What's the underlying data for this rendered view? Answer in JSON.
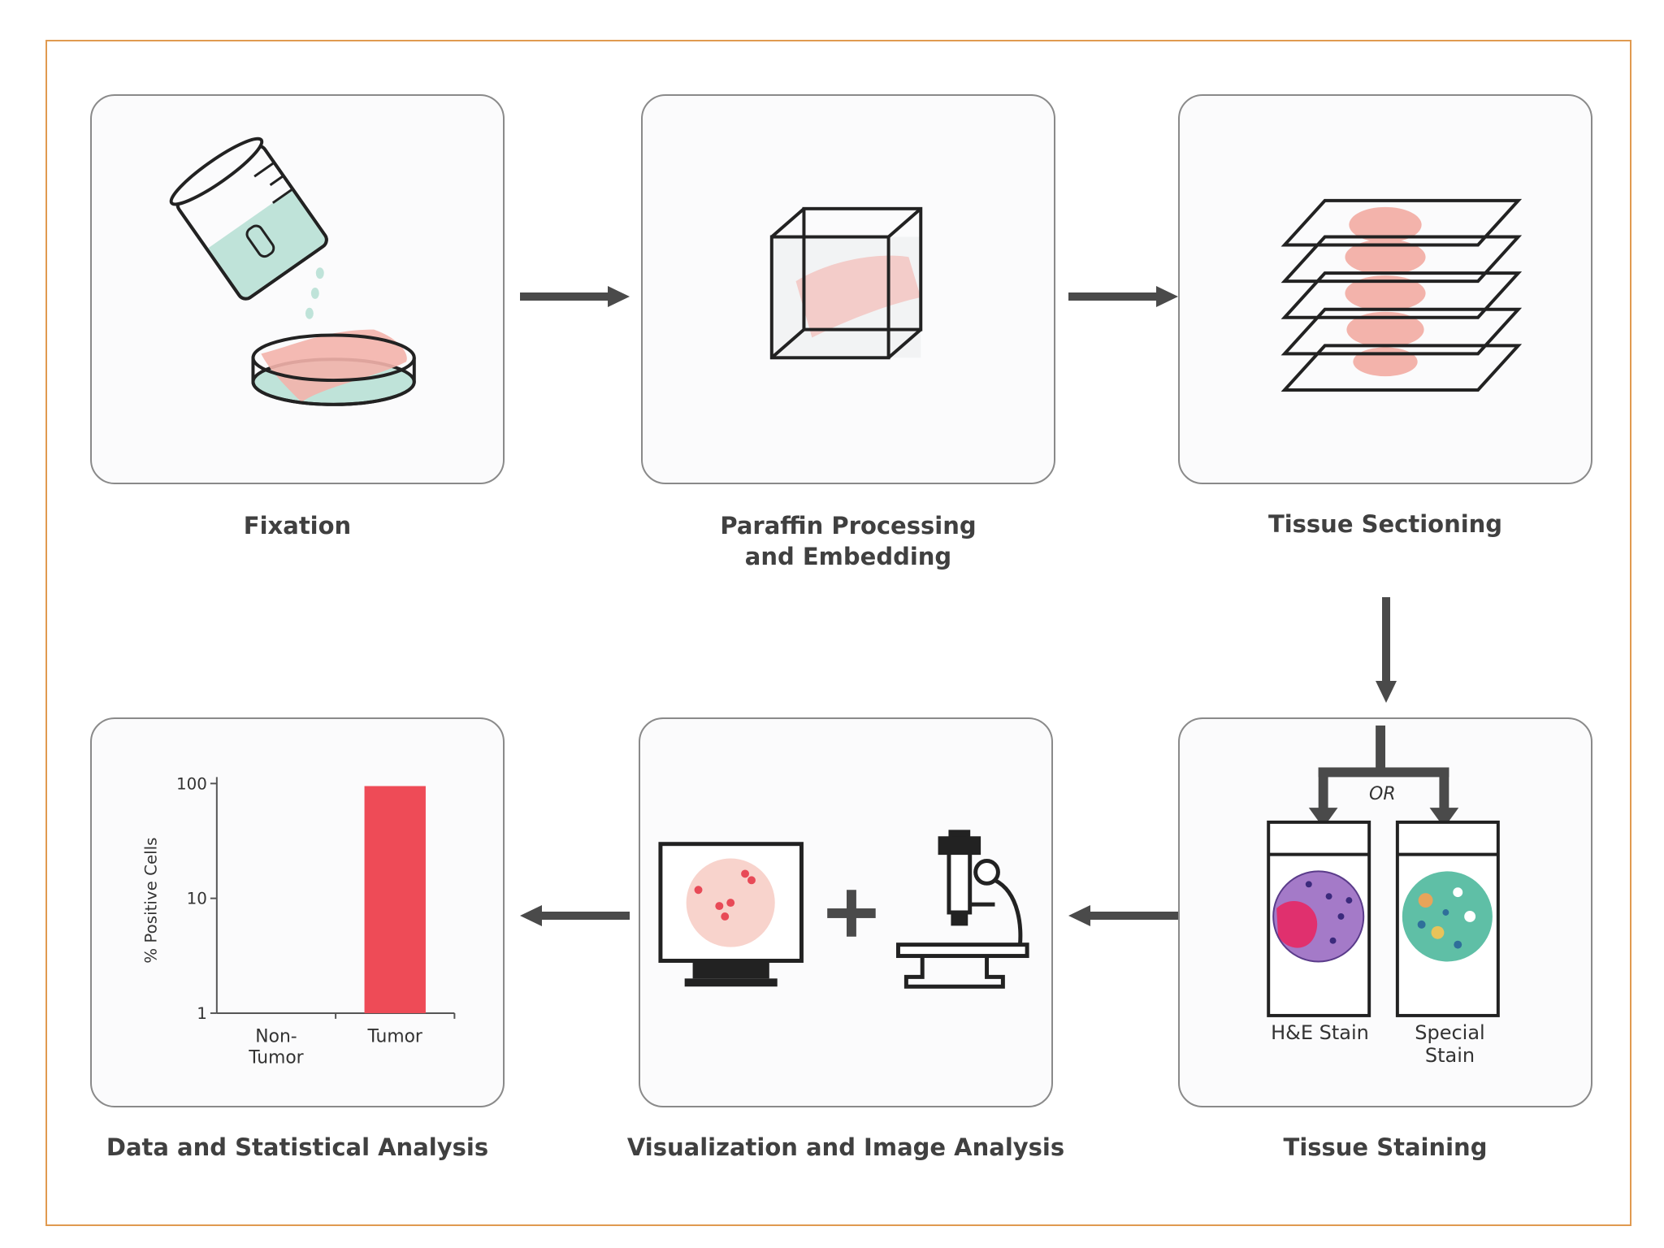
{
  "steps": {
    "fixation": "Fixation",
    "paraffin": "Paraffin Processing\nand Embedding",
    "sectioning": "Tissue Sectioning",
    "staining": "Tissue Staining",
    "visualization": "Visualization and Image Analysis",
    "data": "Data and Statistical Analysis"
  },
  "staining_panel": {
    "or_label": "OR",
    "he_label": "H&E Stain",
    "special_label": "Special\nStain"
  },
  "colors": {
    "frame": "#e09a50",
    "panel_border": "#8a8a8a",
    "arrow": "#4a4a4a",
    "tissue": "#f3b3ab",
    "fixative": "#bfe3d9",
    "bar": "#ee4b57"
  },
  "chart_data": {
    "type": "bar",
    "categories": [
      "Non-\nTumor",
      "Tumor"
    ],
    "values": [
      1,
      95
    ],
    "ylabel": "% Positive Cells",
    "yscale": "log",
    "yticks": [
      1,
      10,
      100
    ],
    "ylim": [
      1,
      100
    ]
  }
}
